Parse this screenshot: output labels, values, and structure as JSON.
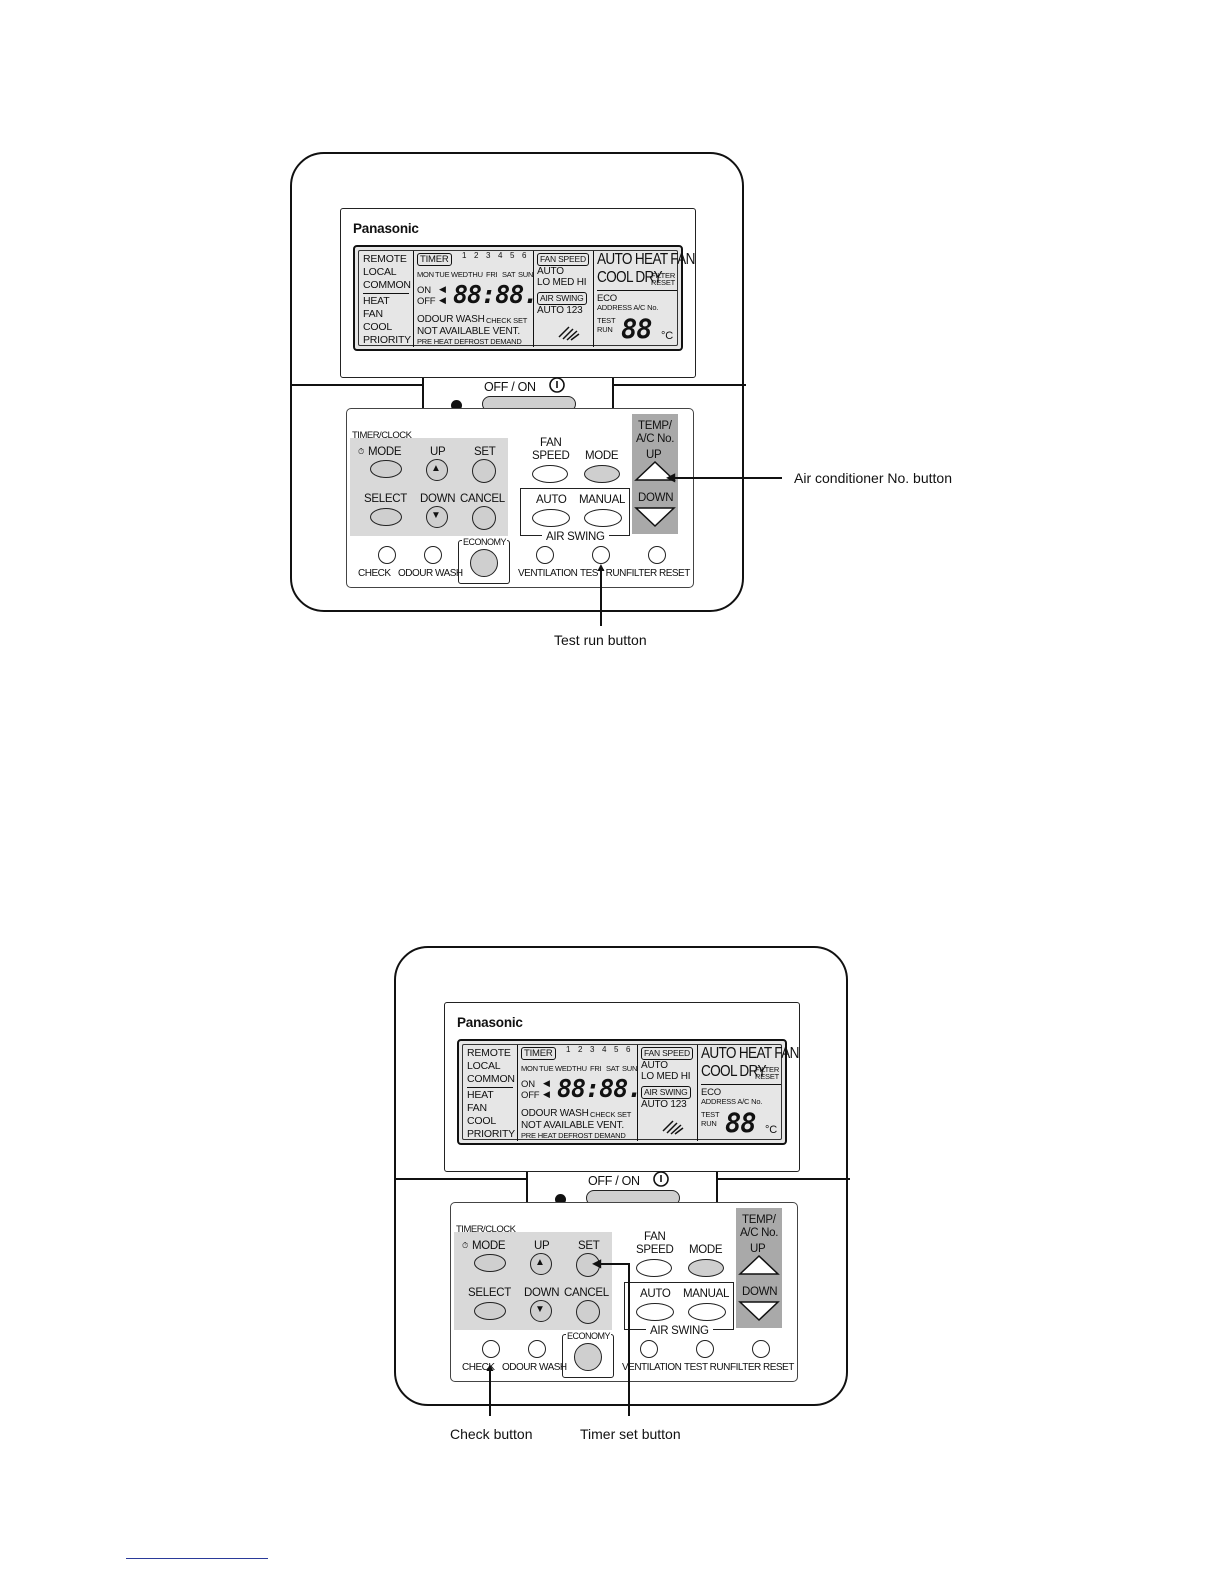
{
  "remote": {
    "brand": "Panasonic",
    "lcd": {
      "left_col_top": [
        "REMOTE",
        "LOCAL",
        "COMMON"
      ],
      "left_col_bottom": [
        "HEAT",
        "FAN",
        "COOL",
        "PRIORITY"
      ],
      "timer": "TIMER",
      "program_numbers": [
        "1",
        "2",
        "3",
        "4",
        "5",
        "6"
      ],
      "days": [
        "MON",
        "TUE",
        "WED",
        "THU",
        "FRI",
        "SAT",
        "SUN"
      ],
      "on": "ON",
      "off": "OFF",
      "clock": "88:88.",
      "odour_wash": "ODOUR WASH",
      "check_set": "CHECK SET",
      "not_available_vent": "NOT AVAILABLE VENT.",
      "preheat_defrost": "PRE HEAT DEFROST DEMAND",
      "fan_speed": "FAN SPEED",
      "fan_auto": "AUTO",
      "fan_levels": "LO MED HI",
      "air_swing": "AIR SWING",
      "swing_positions": "AUTO 123",
      "modes_top": "AUTO HEAT FAN",
      "modes_bottom": "COOL DRY",
      "filter_reset": [
        "FILTER",
        "RESET"
      ],
      "eco": "ECO",
      "address": "ADDRESS A/C No.",
      "test_run": [
        "TEST",
        "RUN"
      ],
      "temp": "88",
      "unit": "°C"
    },
    "off_on": "OFF / ON",
    "timer_clock": "TIMER/CLOCK",
    "mode": "MODE",
    "up": "UP",
    "set": "SET",
    "select": "SELECT",
    "down": "DOWN",
    "cancel": "CANCEL",
    "fan_speed_btn": [
      "FAN",
      "SPEED"
    ],
    "mode_btn": "MODE",
    "temp_ac": [
      "TEMP/",
      "A/C No."
    ],
    "temp_up": "UP",
    "temp_down": "DOWN",
    "auto": "AUTO",
    "manual": "MANUAL",
    "air_swing_btn": "AIR SWING",
    "economy": "ECONOMY",
    "check": "CHECK",
    "odour_wash_btn": "ODOUR WASH",
    "ventilation": "VENTILATION",
    "test_run_btn": "TEST RUN",
    "filter_reset_btn": "FILTER RESET"
  },
  "figure1": {
    "callout_ac_no": "Air conditioner No. button",
    "callout_test_run": "Test run button"
  },
  "figure2": {
    "callout_check": "Check button",
    "callout_timer_set": "Timer set button"
  }
}
